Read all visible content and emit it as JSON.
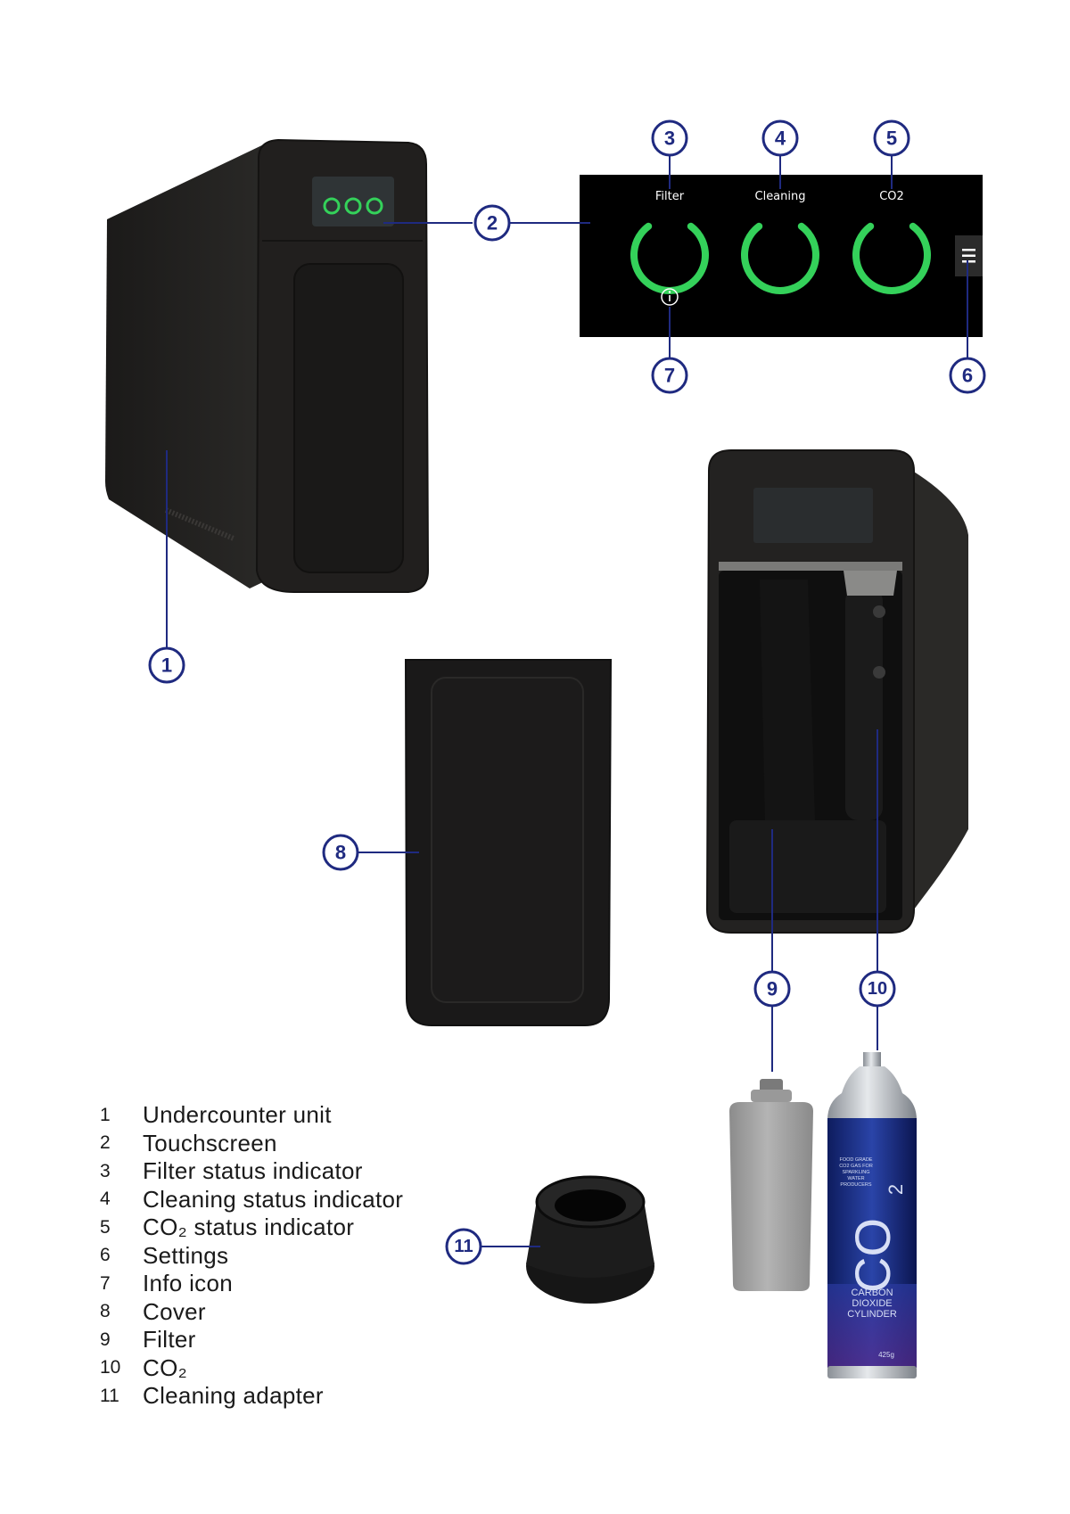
{
  "screen": {
    "labels": {
      "filter": "Filter",
      "cleaning": "Cleaning",
      "co2": "CO2"
    },
    "ring_color": "#34d15a",
    "menu_icon": "hamburger-menu-icon",
    "info_icon": "info-circle-icon"
  },
  "callouts": [
    "1",
    "2",
    "3",
    "4",
    "5",
    "6",
    "7",
    "8",
    "9",
    "10",
    "11"
  ],
  "cylinder": {
    "big_text": "CO",
    "sub_text": "2",
    "line1": "CARBON",
    "line2": "DIOXIDE",
    "line3": "CYLINDER",
    "weight": "425g",
    "small_print": [
      "FOOD GRADE",
      "CO2 GAS FOR",
      "SPARKLING",
      "WATER",
      "PRODUCERS"
    ]
  },
  "legend": [
    {
      "num": "1",
      "text": "Undercounter unit"
    },
    {
      "num": "2",
      "text": "Touchscreen"
    },
    {
      "num": "3",
      "text": "Filter status indicator"
    },
    {
      "num": "4",
      "text": "Cleaning status indicator"
    },
    {
      "num": "5",
      "text": "CO₂ status indicator"
    },
    {
      "num": "6",
      "text": "Settings"
    },
    {
      "num": "7",
      "text": "Info icon"
    },
    {
      "num": "8",
      "text": "Cover"
    },
    {
      "num": "9",
      "text": "Filter"
    },
    {
      "num": "10",
      "text": "CO₂"
    },
    {
      "num": "11",
      "text": "Cleaning adapter"
    }
  ],
  "colors": {
    "callout": "#1f2a80",
    "device": "#1c1b1a",
    "screen": "#000000"
  }
}
